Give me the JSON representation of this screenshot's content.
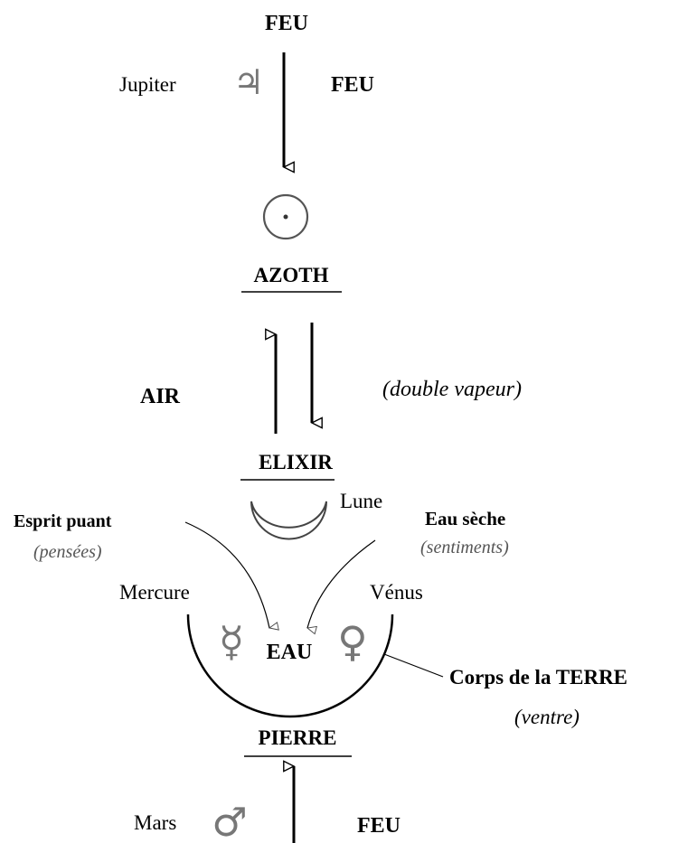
{
  "labels": {
    "feu_top": "FEU",
    "jupiter": "Jupiter",
    "feu_right": "FEU",
    "azoth": "AZOTH",
    "air": "AIR",
    "double_vapeur": "(double vapeur)",
    "elixir": "ELIXIR",
    "lune": "Lune",
    "esprit_puant": "Esprit puant",
    "pensees": "(pensées)",
    "eau_seche": "Eau sèche",
    "sentiments": "(sentiments)",
    "mercure": "Mercure",
    "venus": "Vénus",
    "eau": "EAU",
    "corps_terre": "Corps de la TERRE",
    "ventre": "(ventre)",
    "pierre": "PIERRE",
    "mars": "Mars",
    "feu_bottom": "FEU"
  },
  "symbols": {
    "jupiter": "♃",
    "mercury": "☿",
    "venus": "♀",
    "mars": "♂"
  },
  "icons": [
    "jupiter-icon",
    "sun-icon",
    "moon-icon",
    "mercury-icon",
    "venus-icon",
    "mars-icon"
  ]
}
